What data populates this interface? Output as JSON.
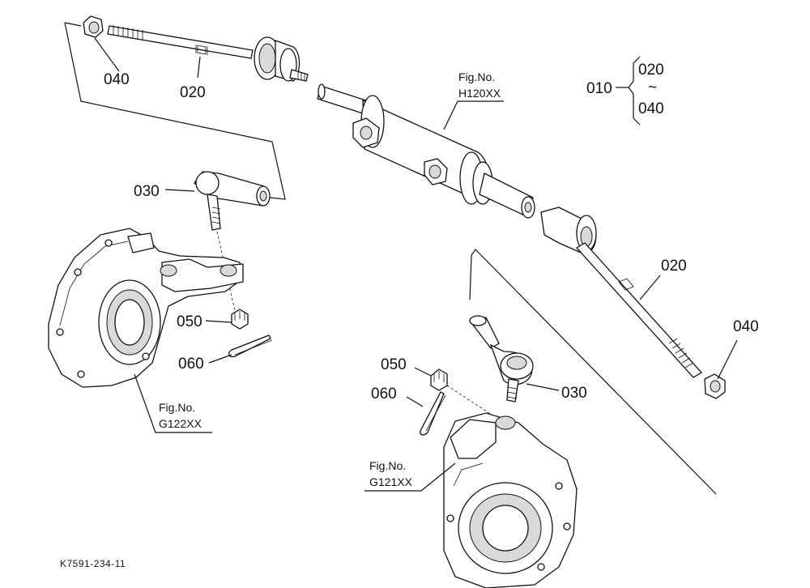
{
  "labels": {
    "p040_top": "040",
    "p020_top": "020",
    "p030_left": "030",
    "p050_left": "050",
    "p060_left": "060",
    "p010": "010",
    "p010_from": "020",
    "p010_tilde": "~",
    "p010_to": "040",
    "p020_right": "020",
    "p040_right": "040",
    "p050_right": "050",
    "p060_right": "060",
    "p030_right": "030"
  },
  "figure_refs": {
    "h120_title": "Fig.No.",
    "h120_code": "H120XX",
    "g122_title": "Fig.No.",
    "g122_code": "G122XX",
    "g121_title": "Fig.No.",
    "g121_code": "G121XX"
  },
  "footer": {
    "code": "K7591-234-11"
  }
}
